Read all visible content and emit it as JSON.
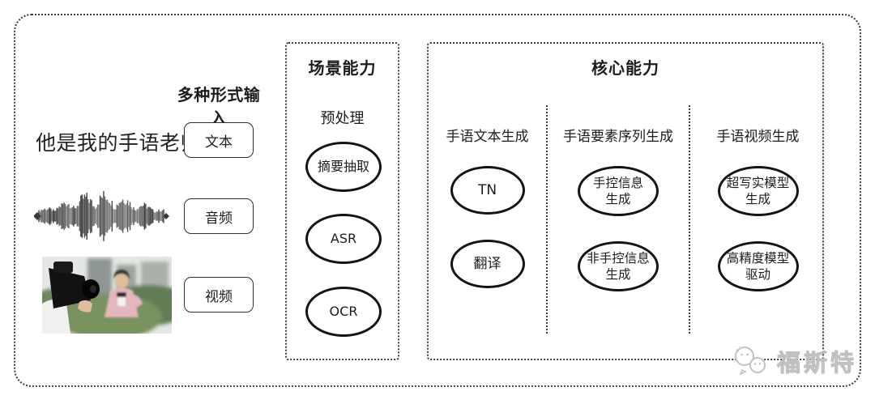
{
  "colors": {
    "line": "#2e2e2e",
    "watermark": "#c6c6c6",
    "background": "#ffffff"
  },
  "input_section": {
    "label": "多种形式输入",
    "sample_sentence": "他是我的手语老师",
    "tags": [
      "文本",
      "音频",
      "视频"
    ]
  },
  "scene_section": {
    "title": "场景能力",
    "subtitle": "预处理",
    "items": [
      "摘要抽取",
      "ASR",
      "OCR"
    ]
  },
  "core_section": {
    "title": "核心能力",
    "columns": [
      {
        "header": "手语文本生成",
        "bubbles": [
          "TN",
          "翻译"
        ]
      },
      {
        "header": "手语要素序列生成",
        "bubbles": [
          "手控信息\n生成",
          "非手控信息\n生成"
        ]
      },
      {
        "header": "手语视频生成",
        "bubbles": [
          "超写实模型\n生成",
          "高精度模型\n驱动"
        ]
      }
    ]
  },
  "watermark": {
    "text": "福斯特"
  }
}
